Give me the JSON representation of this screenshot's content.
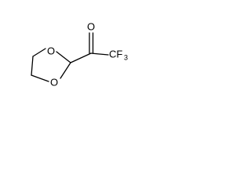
{
  "molecule": {
    "atoms": {
      "ring_oxygen_top": "O",
      "ring_oxygen_bottom": "O",
      "carbonyl_oxygen": "O",
      "trifluoromethyl": "CF",
      "trifluoromethyl_subscript": "3"
    }
  }
}
